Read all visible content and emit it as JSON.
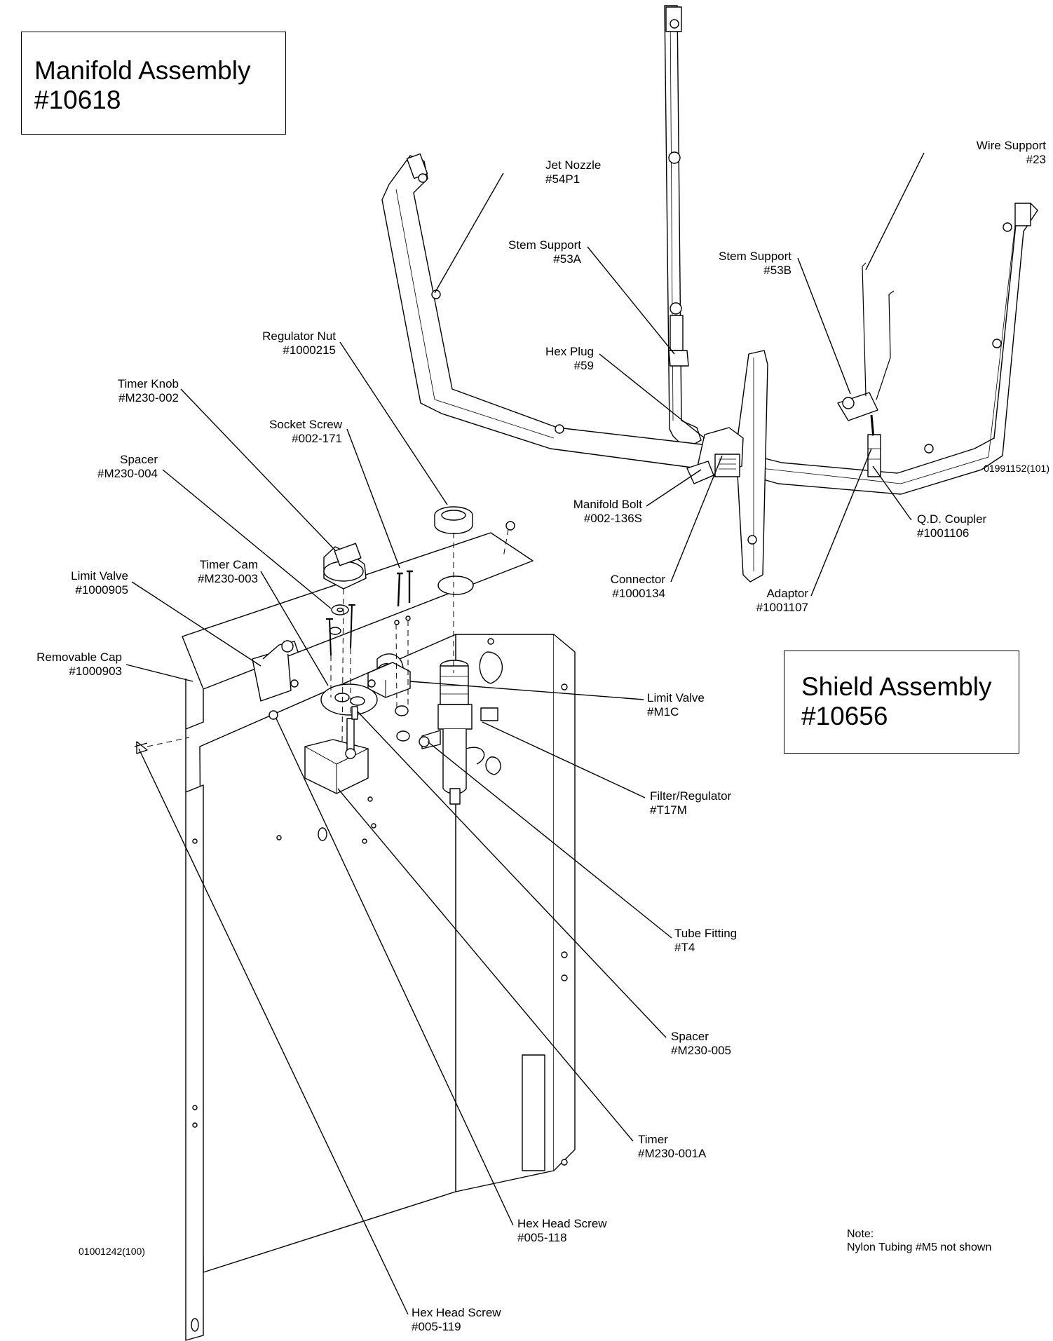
{
  "titles": {
    "manifold_line1": "Manifold Assembly",
    "manifold_line2": "#10618",
    "shield_line1": "Shield Assembly",
    "shield_line2": "#10656"
  },
  "drawing_codes": {
    "manifold": "01991152(101)",
    "shield": "01001242(100)"
  },
  "note": {
    "heading": "Note:",
    "text": "Nylon Tubing #M5 not shown"
  },
  "parts": [
    {
      "name": "Jet Nozzle",
      "number": "#54P1"
    },
    {
      "name": "Wire Support",
      "number": "#23"
    },
    {
      "name": "Stem Support",
      "number": "#53A"
    },
    {
      "name": "Stem Support",
      "number": "#53B"
    },
    {
      "name": "Hex Plug",
      "number": "#59"
    },
    {
      "name": "Regulator Nut",
      "number": "#1000215"
    },
    {
      "name": "Timer Knob",
      "number": "#M230-002"
    },
    {
      "name": "Socket Screw",
      "number": "#002-171"
    },
    {
      "name": "Spacer",
      "number": "#M230-004"
    },
    {
      "name": "Manifold Bolt",
      "number": "#002-136S"
    },
    {
      "name": "Q.D. Coupler",
      "number": "#1001106"
    },
    {
      "name": "Timer Cam",
      "number": "#M230-003"
    },
    {
      "name": "Limit Valve",
      "number": "#1000905"
    },
    {
      "name": "Connector",
      "number": "#1000134"
    },
    {
      "name": "Adaptor",
      "number": "#1001107"
    },
    {
      "name": "Removable Cap",
      "number": "#1000903"
    },
    {
      "name": "Limit Valve",
      "number": "#M1C"
    },
    {
      "name": "Filter/Regulator",
      "number": "#T17M"
    },
    {
      "name": "Tube Fitting",
      "number": "#T4"
    },
    {
      "name": "Spacer",
      "number": "#M230-005"
    },
    {
      "name": "Timer",
      "number": "#M230-001A"
    },
    {
      "name": "Hex Head Screw",
      "number": "#005-118"
    },
    {
      "name": "Hex Head Screw",
      "number": "#005-119"
    }
  ]
}
